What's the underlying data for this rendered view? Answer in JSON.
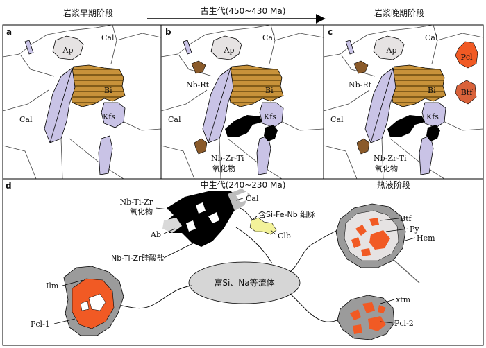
{
  "header": {
    "stage_early": "岩浆早期阶段",
    "era": "古生代(450~430 Ma)",
    "stage_late": "岩浆晚期阶段"
  },
  "panels": {
    "a": {
      "letter": "a",
      "minerals": {
        "ap": "Ap",
        "cal_top": "Cal",
        "cal_left": "Cal",
        "bi": "Bi",
        "kfs": "Kfs"
      }
    },
    "b": {
      "letter": "b",
      "minerals": {
        "ap": "Ap",
        "cal_top": "Cal",
        "cal_left": "Cal",
        "bi": "Bi",
        "kfs": "Kfs",
        "nbrt": "Nb-Rt",
        "oxide_1": "Nb-Zr-Ti",
        "oxide_2": "氧化物"
      }
    },
    "c": {
      "letter": "c",
      "minerals": {
        "ap": "Ap",
        "cal_top": "Cal",
        "cal_left": "Cal",
        "bi": "Bi",
        "kfs": "Kfs",
        "nbrt": "Nb-Rt",
        "oxide_1": "Nb-Zr-Ti",
        "oxide_2": "氧化物",
        "pcl": "Pcl",
        "btf": "Btf"
      }
    }
  },
  "panel_d": {
    "letter": "d",
    "era": "中生代(240~230 Ma)",
    "stage": "热液阶段",
    "fluid": "富Si、Na等流体",
    "labels": {
      "oxide_1": "Nb-Ti-Zr",
      "oxide_2": "氧化物",
      "cal": "Cal",
      "vein": "含Si-Fe-Nb 细脉",
      "ab": "Ab",
      "clb": "Clb",
      "silicate": "Nb-Ti-Zr硅酸盐",
      "btf": "Btf",
      "py": "Py",
      "hem": "Hem",
      "ilm": "Ilm",
      "pcl1": "Pcl-1",
      "xtm": "xtm",
      "pcl2": "Pcl-2"
    }
  },
  "colors": {
    "bi": "#c8923a",
    "feldspar": "#c9c3e6",
    "ap": "#e6e3e3",
    "oxide": "#000000",
    "nbrt": "#8a5a2a",
    "pcl": "#f15a24",
    "btf": "#d9623a",
    "clb": "#f3f29a",
    "grain": "#d9d9d9",
    "grey": "#9b9b9b"
  }
}
